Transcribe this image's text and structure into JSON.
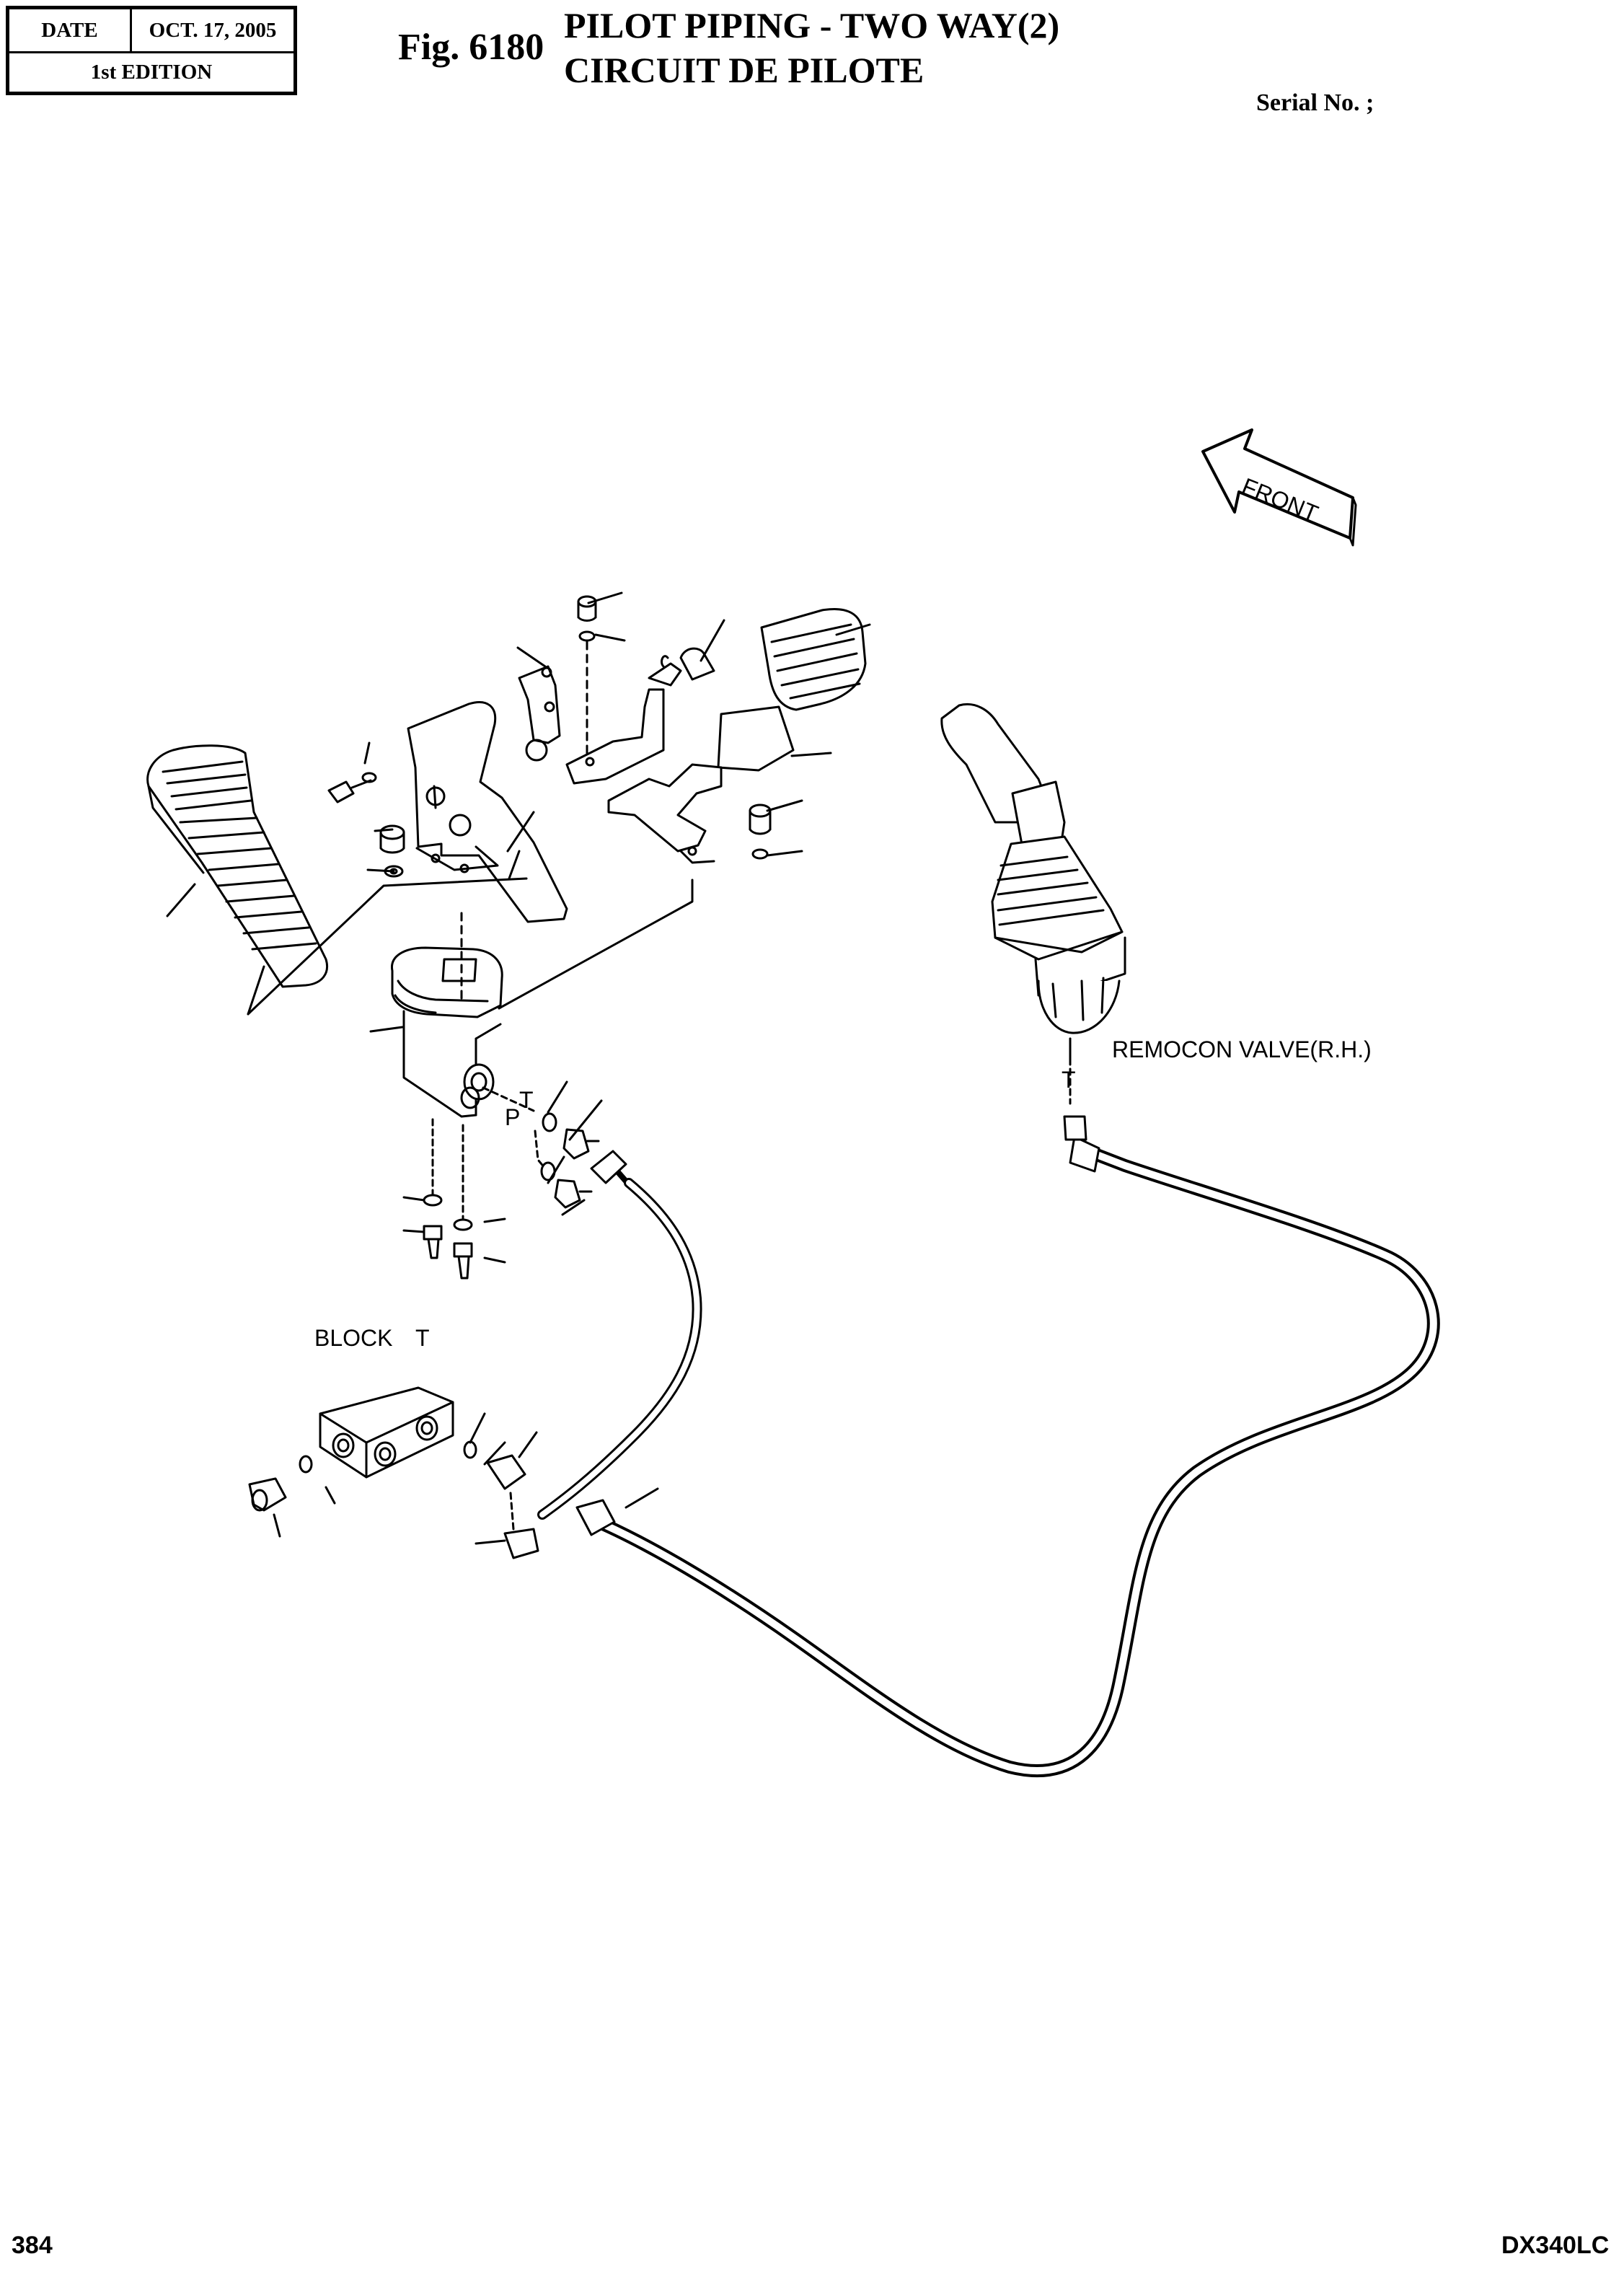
{
  "header": {
    "date_label": "DATE",
    "date_value": "OCT. 17, 2005",
    "edition": "1st EDITION"
  },
  "figure": {
    "number": "Fig. 6180",
    "title_en": "PILOT PIPING - TWO WAY(2)",
    "title_fr": "CIRCUIT DE PILOTE",
    "serial": "Serial No. ;"
  },
  "diagram": {
    "front": "FRONT",
    "remocon_label": "REMOCON VALVE(R.H.)",
    "block_label": "BLOCK",
    "port_t": "T",
    "port_p": "P"
  },
  "footer": {
    "page_number": "384",
    "model": "DX340LC"
  }
}
